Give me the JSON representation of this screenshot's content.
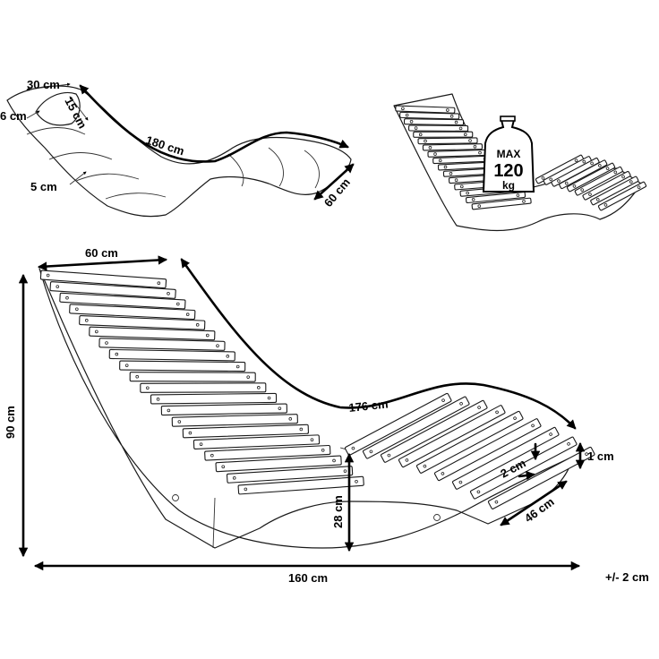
{
  "cushion_dims": {
    "width": "30 cm",
    "pillow_width": "6 cm",
    "pillow_height": "15 cm",
    "thickness": "5 cm",
    "length": "180 cm",
    "depth": "60 cm"
  },
  "max_load": {
    "line1": "MAX",
    "line2": "120",
    "line3": "kg"
  },
  "lounger_dims": {
    "width": "60 cm",
    "height": "90 cm",
    "length_curve": "176 cm",
    "slat_thickness": "1 cm",
    "slat_gap": "2 cm",
    "seat_height": "28 cm",
    "base_length": "160 cm",
    "foot_width": "46 cm"
  },
  "tolerance": "+/- 2 cm"
}
